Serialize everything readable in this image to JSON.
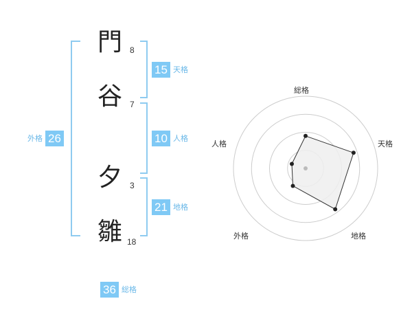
{
  "name_chars": [
    {
      "char": "門",
      "strokes": "8"
    },
    {
      "char": "谷",
      "strokes": "7"
    },
    {
      "char": "夕",
      "strokes": "3"
    },
    {
      "char": "雛",
      "strokes": "18"
    }
  ],
  "fortunes": {
    "tenkaku": {
      "value": "15",
      "label": "天格"
    },
    "jinkaku": {
      "value": "10",
      "label": "人格"
    },
    "chikaku": {
      "value": "21",
      "label": "地格"
    },
    "gaikaku": {
      "value": "26",
      "label": "外格"
    },
    "soukaku": {
      "value": "36",
      "label": "総格"
    }
  },
  "radar": {
    "labels": {
      "soukaku": "総格",
      "tenkaku": "天格",
      "chikaku": "地格",
      "gaikaku": "外格",
      "jinkaku": "人格"
    },
    "max": 5,
    "rings": 4,
    "values": {
      "soukaku": 2.25,
      "tenkaku": 3.5,
      "chikaku": 3.5,
      "gaikaku": 1.5,
      "jinkaku": 1.0
    },
    "colors": {
      "ring": "#cccccc",
      "fill": "#eeeeee",
      "line": "#333333",
      "point": "#222222",
      "center": "#bbbbbb"
    }
  }
}
